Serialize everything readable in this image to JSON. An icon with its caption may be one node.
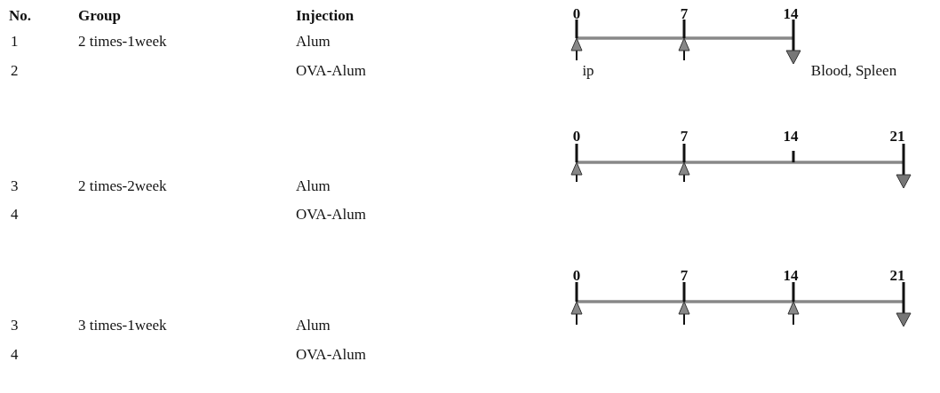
{
  "diagram": {
    "labels": [
      "No.",
      "Group",
      "Injection",
      "0",
      "7",
      "14",
      "1",
      "2 times-1week",
      "Alum",
      "2",
      "OVA-Alum",
      "ip",
      "Blood, Spleen",
      "0",
      "7",
      "14",
      "21",
      "3",
      "2 times-2week",
      "Alum",
      "4",
      "OVA-Alum",
      "0",
      "7",
      "14",
      "21",
      "3",
      "3 times-1week",
      "Alum",
      "4",
      "OVA-Alum"
    ]
  }
}
